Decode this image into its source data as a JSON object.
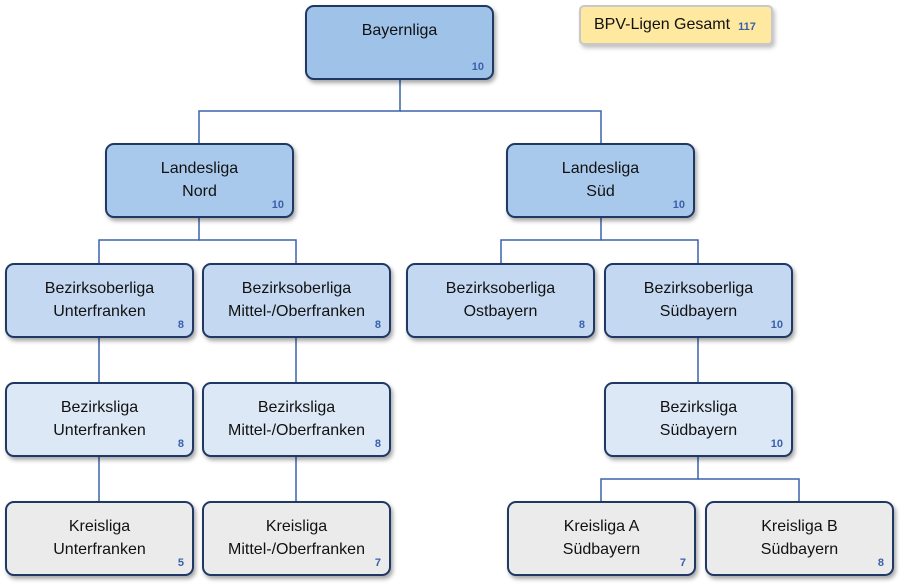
{
  "total": {
    "label": "BPV-Ligen Gesamt",
    "count": "117"
  },
  "nodes": {
    "bayernliga": {
      "lines": [
        "Bayernliga"
      ],
      "count": "10"
    },
    "landesliga_nord": {
      "lines": [
        "Landesliga",
        "Nord"
      ],
      "count": "10"
    },
    "landesliga_sued": {
      "lines": [
        "Landesliga",
        "Süd"
      ],
      "count": "10"
    },
    "bol_unterfranken": {
      "lines": [
        "Bezirksoberliga",
        "Unterfranken"
      ],
      "count": "8"
    },
    "bol_mittel_oberfranken": {
      "lines": [
        "Bezirksoberliga",
        "Mittel-/Oberfranken"
      ],
      "count": "8"
    },
    "bol_ostbayern": {
      "lines": [
        "Bezirksoberliga",
        "Ostbayern"
      ],
      "count": "8"
    },
    "bol_suedbayern": {
      "lines": [
        "Bezirksoberliga",
        "Südbayern"
      ],
      "count": "10"
    },
    "bl_unterfranken": {
      "lines": [
        "Bezirksliga",
        "Unterfranken"
      ],
      "count": "8"
    },
    "bl_mittel_oberfranken": {
      "lines": [
        "Bezirksliga",
        "Mittel-/Oberfranken"
      ],
      "count": "8"
    },
    "bl_suedbayern": {
      "lines": [
        "Bezirksliga",
        "Südbayern"
      ],
      "count": "10"
    },
    "kl_unterfranken": {
      "lines": [
        "Kreisliga",
        "Unterfranken"
      ],
      "count": "5"
    },
    "kl_mittel_oberfranken": {
      "lines": [
        "Kreisliga",
        "Mittel-/Oberfranken"
      ],
      "count": "7"
    },
    "kl_a_suedbayern": {
      "lines": [
        "Kreisliga A",
        "Südbayern"
      ],
      "count": "7"
    },
    "kl_b_suedbayern": {
      "lines": [
        "Kreisliga B",
        "Südbayern"
      ],
      "count": "8"
    }
  }
}
